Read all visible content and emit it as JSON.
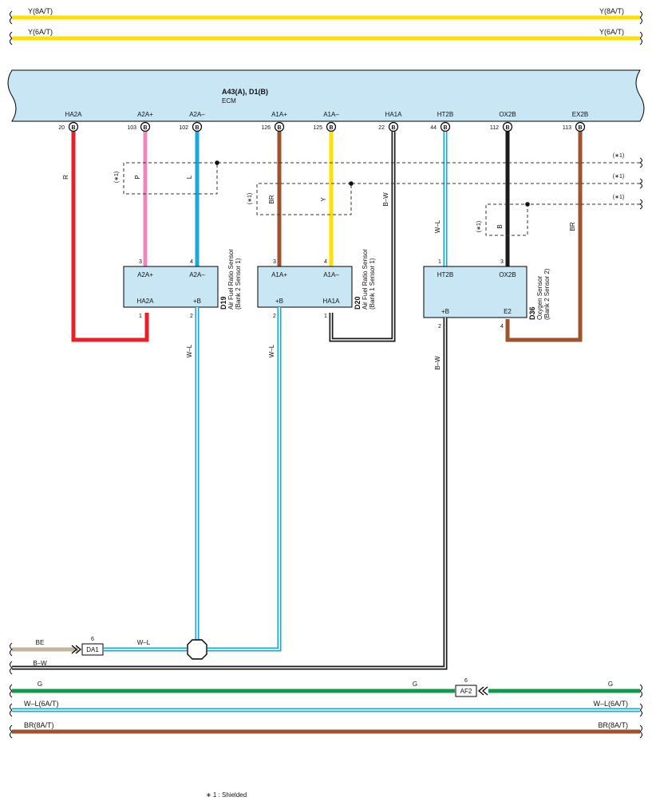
{
  "top_buses": [
    {
      "label_left": "Y(8A/T)",
      "label_right": "Y(8A/T)",
      "color": "#FFE000"
    },
    {
      "label_left": "Y(6A/T)",
      "label_right": "Y(6A/T)",
      "color": "#FFE000"
    }
  ],
  "ecm": {
    "title": "A43(A), D1(B)",
    "subtitle": "ECM",
    "fill": "#C8E6F4",
    "pins": [
      {
        "name": "HA2A",
        "num": "20",
        "conn": "B"
      },
      {
        "name": "A2A+",
        "num": "103",
        "conn": "B"
      },
      {
        "name": "A2A–",
        "num": "102",
        "conn": "B"
      },
      {
        "name": "A1A+",
        "num": "126",
        "conn": "B"
      },
      {
        "name": "A1A–",
        "num": "125",
        "conn": "B"
      },
      {
        "name": "HA1A",
        "num": "22",
        "conn": "B"
      },
      {
        "name": "HT2B",
        "num": "44",
        "conn": "B"
      },
      {
        "name": "OX2B",
        "num": "112",
        "conn": "B"
      },
      {
        "name": "EX2B",
        "num": "113",
        "conn": "B"
      }
    ]
  },
  "wire_colors": {
    "R": "#E8202A",
    "P": "#EE88BB",
    "L": "#1AA7E0",
    "BR": "#A0522D",
    "Y": "#FFE000",
    "B": "#1A1A1A",
    "W": "#FFFFFF",
    "G": "#0E9A48",
    "BE": "#C2B59B"
  },
  "wire_labels": {
    "r": "R",
    "p": "P",
    "l": "L",
    "br1": "BR",
    "y": "Y",
    "bw1": "B–W",
    "wl1": "W–L",
    "b": "B",
    "br2": "BR",
    "wl2": "W–L",
    "wl3": "W–L",
    "bw2": "B–W"
  },
  "shield_labels": [
    "(∗1)",
    "(∗1)",
    "(∗1)",
    "(∗1)",
    "(∗1)",
    "(∗1)"
  ],
  "sensors": [
    {
      "id": "D19",
      "name": "Air Fuel Ratio Sensor",
      "detail": "(Bank 2 Sensor 1)",
      "top_pins": [
        {
          "label": "A2A+",
          "num": "3"
        },
        {
          "label": "A2A–",
          "num": "4"
        }
      ],
      "bottom_pins": [
        {
          "label": "HA2A",
          "num": "1"
        },
        {
          "label": "+B",
          "num": "2"
        }
      ]
    },
    {
      "id": "D20",
      "name": "Air Fuel Ratio Sensor",
      "detail": "(Bank 1 Sensor 1)",
      "top_pins": [
        {
          "label": "A1A+",
          "num": "3"
        },
        {
          "label": "A1A–",
          "num": "4"
        }
      ],
      "bottom_pins": [
        {
          "label": "+B",
          "num": "2"
        },
        {
          "label": "HA1A",
          "num": "1"
        }
      ]
    },
    {
      "id": "D36",
      "name": "Oxygen Sensor",
      "detail": "(Bank 2 Sensor 2)",
      "top_pins": [
        {
          "label": "HT2B",
          "num": "1"
        },
        {
          "label": "OX2B",
          "num": "3"
        }
      ],
      "bottom_pins": [
        {
          "label": "+B",
          "num": "2"
        },
        {
          "label": "E2",
          "num": "4"
        }
      ]
    }
  ],
  "junctions": {
    "da1": {
      "label": "DA1",
      "pin": "6",
      "wire_in": "BE",
      "wire_out": "W–L"
    },
    "af2": {
      "label": "AF2",
      "pin": "6",
      "wire_left": "G",
      "wire_right": "G"
    }
  },
  "lower_wires": {
    "bw": "B–W",
    "g_left": "G"
  },
  "bottom_buses": [
    {
      "label_left": "W–L(6A/T)",
      "label_right": "W–L(6A/T)"
    },
    {
      "label_left": "BR(8A/T)",
      "label_right": "BR(8A/T)"
    }
  ],
  "footnote": "∗ 1 : Shielded"
}
